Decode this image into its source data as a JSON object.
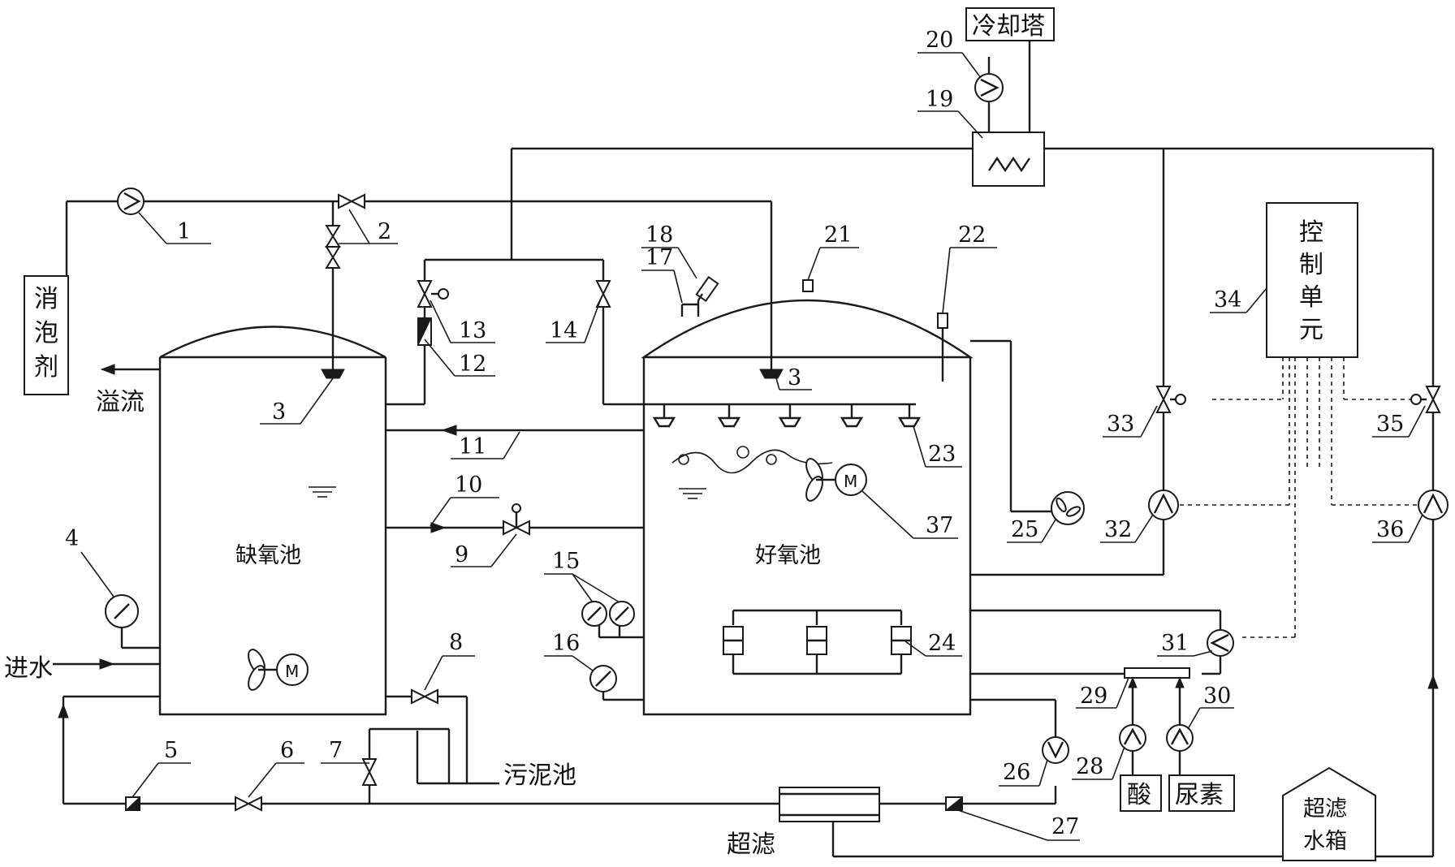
{
  "labels": {
    "antifoam": "消泡剂",
    "overflow": "溢流",
    "anoxic_tank": "缺氧池",
    "aerobic_tank": "好氧池",
    "inlet": "进水",
    "sludge_tank": "污泥池",
    "ultrafiltration": "超滤",
    "uf_tank": "超滤水箱",
    "acid": "酸",
    "urea": "尿素",
    "cooling_tower": "冷却塔",
    "control_unit": "控制单元"
  },
  "callouts": [
    "1",
    "2",
    "3",
    "3",
    "4",
    "5",
    "6",
    "7",
    "8",
    "9",
    "10",
    "11",
    "12",
    "13",
    "14",
    "15",
    "16",
    "17",
    "18",
    "19",
    "20",
    "21",
    "22",
    "23",
    "24",
    "25",
    "26",
    "27",
    "28",
    "29",
    "30",
    "31",
    "32",
    "33",
    "34",
    "35",
    "36",
    "37"
  ],
  "colors": {
    "line": "#1a1a1a",
    "background": "#ffffff"
  }
}
